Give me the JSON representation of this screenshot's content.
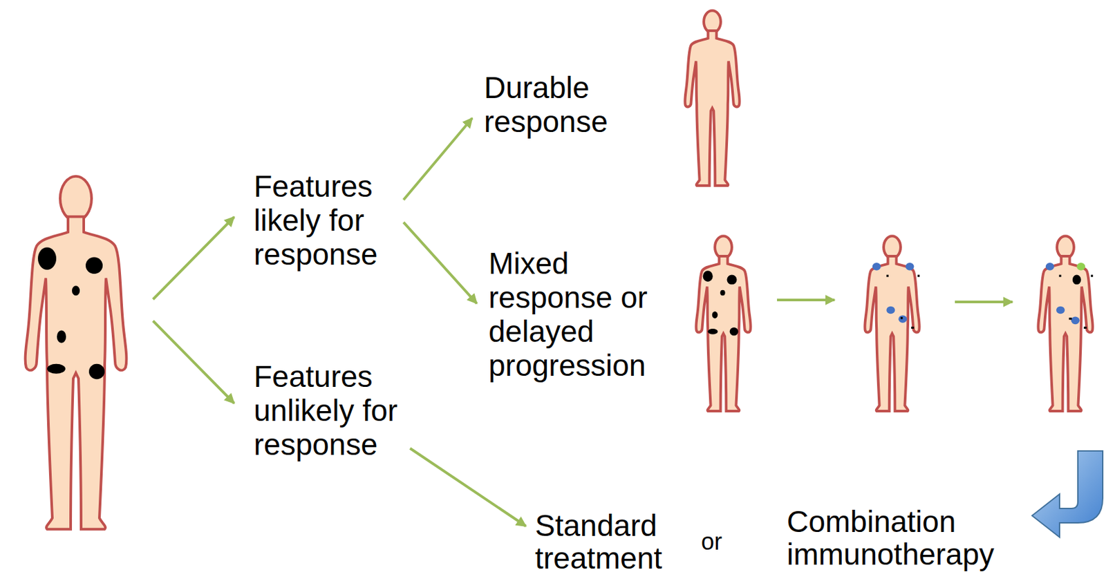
{
  "diagram": {
    "nodes": [
      {
        "text": [
          "Features likely for response"
        ]
      },
      {
        "text": [
          "Features unlikely for response"
        ]
      },
      {
        "text": [
          "Durable response"
        ]
      },
      {
        "text": [
          "Mixed response or delayed progression"
        ]
      },
      {
        "text": [
          "Standard treatment"
        ]
      },
      {
        "text": [
          "Combination immunotherapy"
        ]
      }
    ],
    "edges": [
      {
        "from": 0,
        "to": 2,
        "arrow": "to"
      },
      {
        "from": 0,
        "to": 3,
        "arrow": "to"
      },
      {
        "from": 1,
        "to": 4,
        "arrow": "to"
      }
    ],
    "labels": [
      "or"
    ]
  }
}
